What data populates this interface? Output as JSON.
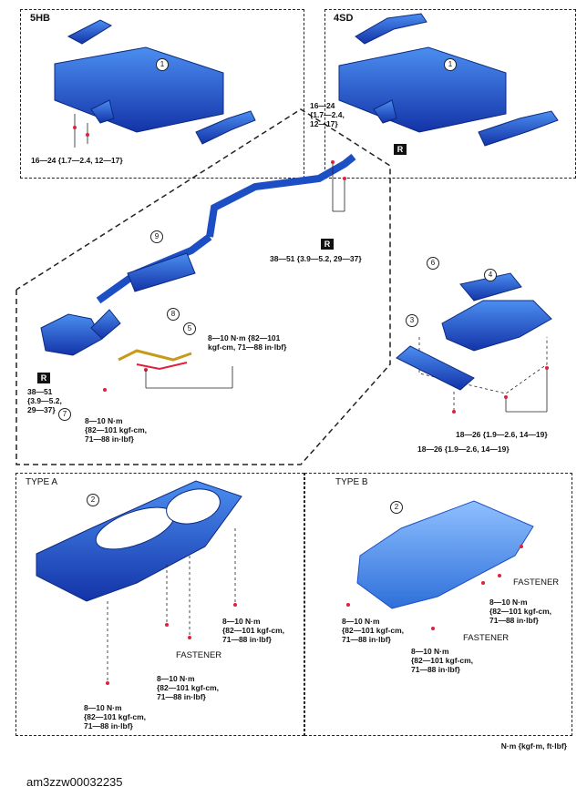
{
  "panels": {
    "hb5": "5HB",
    "sd4": "4SD"
  },
  "callouts": {
    "c1": "1",
    "c2": "2",
    "c3": "3",
    "c4": "4",
    "c5": "5",
    "c6": "6",
    "c7": "7",
    "c8": "8",
    "c9": "9"
  },
  "torques": {
    "hb_tail": "16—24 {1.7—2.4, 12—17}",
    "sd_tail": "16—24\n{1.7—2.4,\n12—17}",
    "mid_joint": "38—51 {3.9—5.2, 29—37}",
    "front_joint": "38—51\n{3.9—5.2,\n29—37}",
    "hanger_right": "8—10 N·m {82—101\nkgf-cm, 71—88 in·lbf}",
    "hanger_left": "8—10 N·m\n{82—101 kgf-cm,\n71—88 in·lbf}",
    "cover4": "18—26 {1.9—2.6, 14—19}",
    "cover3": "18—26 {1.9—2.6, 14—19}",
    "typeA_1": "8—10 N·m\n{82—101 kgf-cm,\n71—88 in·lbf}",
    "typeA_2": "8—10 N·m\n{82—101 kgf-cm,\n71—88 in·lbf}",
    "typeA_3": "8—10 N·m\n{82—101 kgf-cm,\n71—88 in·lbf}",
    "typeB_1": "8—10 N·m\n{82—101 kgf-cm,\n71—88 in·lbf}",
    "typeB_2": "8—10 N·m\n{82—101 kgf-cm,\n71—88 in·lbf}",
    "typeB_3": "8—10 N·m\n{82—101 kgf-cm,\n71—88 in·lbf}"
  },
  "r_marks": {
    "r1": "R",
    "r2": "R",
    "r3": "R"
  },
  "fastener": "FASTENER",
  "types": {
    "a": "TYPE A",
    "b": "TYPE B"
  },
  "units": "N·m {kgf·m, ft·lbf}",
  "caption": "am3zzw00032235",
  "colors": {
    "part": "#1d4fc4",
    "part_light": "#3f82e6",
    "bolt": "#e0203a"
  }
}
